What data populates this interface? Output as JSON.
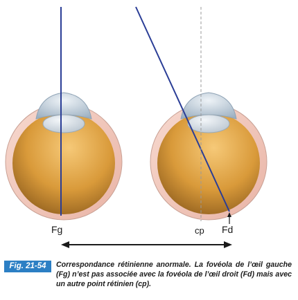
{
  "labels": {
    "left_fovea": "Fg",
    "retinal_point": "cp",
    "right_fovea": "Fd"
  },
  "caption": {
    "figure_number": "Fig. 21-54",
    "text": "Correspondance rétinienne anormale. La fovéola de l’œil gauche (Fg) n’est pas associée avec la fovéola de l’œil droit (Fd) mais avec un autre point rétinien (cp)."
  },
  "colors": {
    "ray": "#2a3d96",
    "sclera": "#f2c9bd",
    "eye_interior": "#c98a2a",
    "cornea": "#b9c7d4",
    "badge": "#2c7fc4"
  }
}
